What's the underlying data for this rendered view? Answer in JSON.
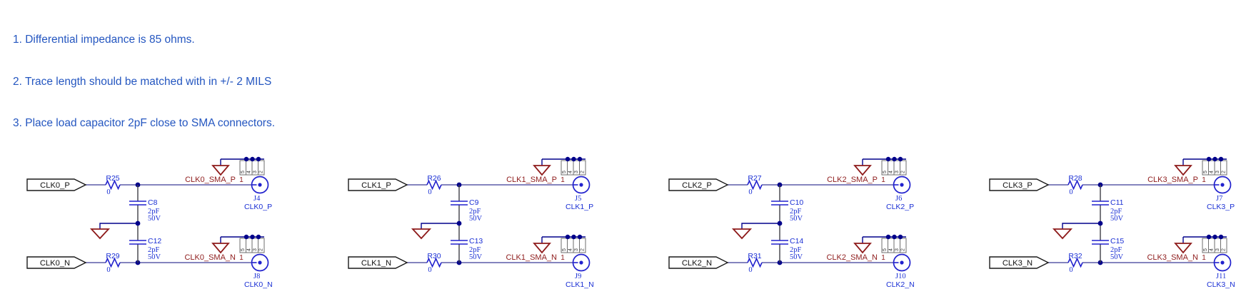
{
  "notes": [
    "1. Differential impedance is 85 ohms.",
    "2. Trace length should be matched with in +/- 2 MILS",
    "3. Place load capacitor 2pF close to SMA connectors."
  ],
  "colors": {
    "notes_text": "#2456c0",
    "signal_wire": "#5c5ca8",
    "ground_wire": "#00008b",
    "component_symbol": "#2121cd",
    "component_text": "#1a2fd4",
    "net_name_text": "#8e1b1b",
    "ground_symbol": "#8e1b1b",
    "net_label_text": "#111111",
    "background": "#ffffff"
  },
  "pin1": "1",
  "connector_pins": [
    "5",
    "4",
    "3",
    "2"
  ],
  "blocks": [
    {
      "p": {
        "net": "CLK0_P",
        "res_ref": "R25",
        "res_val": "0",
        "cap_ref": "C8",
        "cap_val": "2pF",
        "cap_volt": "50V",
        "sma_net": "CLK0_SMA_P",
        "conn_ref": "J4",
        "conn_name": "CLK0_P"
      },
      "n": {
        "net": "CLK0_N",
        "res_ref": "R29",
        "res_val": "0",
        "cap_ref": "C12",
        "cap_val": "2pF",
        "cap_volt": "50V",
        "sma_net": "CLK0_SMA_N",
        "conn_ref": "J8",
        "conn_name": "CLK0_N"
      }
    },
    {
      "p": {
        "net": "CLK1_P",
        "res_ref": "R26",
        "res_val": "0",
        "cap_ref": "C9",
        "cap_val": "2pF",
        "cap_volt": "50V",
        "sma_net": "CLK1_SMA_P",
        "conn_ref": "J5",
        "conn_name": "CLK1_P"
      },
      "n": {
        "net": "CLK1_N",
        "res_ref": "R30",
        "res_val": "0",
        "cap_ref": "C13",
        "cap_val": "2pF",
        "cap_volt": "50V",
        "sma_net": "CLK1_SMA_N",
        "conn_ref": "J9",
        "conn_name": "CLK1_N"
      }
    },
    {
      "p": {
        "net": "CLK2_P",
        "res_ref": "R27",
        "res_val": "0",
        "cap_ref": "C10",
        "cap_val": "2pF",
        "cap_volt": "50V",
        "sma_net": "CLK2_SMA_P",
        "conn_ref": "J6",
        "conn_name": "CLK2_P"
      },
      "n": {
        "net": "CLK2_N",
        "res_ref": "R31",
        "res_val": "0",
        "cap_ref": "C14",
        "cap_val": "2pF",
        "cap_volt": "50V",
        "sma_net": "CLK2_SMA_N",
        "conn_ref": "J10",
        "conn_name": "CLK2_N"
      }
    },
    {
      "p": {
        "net": "CLK3_P",
        "res_ref": "R28",
        "res_val": "0",
        "cap_ref": "C11",
        "cap_val": "2pF",
        "cap_volt": "50V",
        "sma_net": "CLK3_SMA_P",
        "conn_ref": "J7",
        "conn_name": "CLK3_P"
      },
      "n": {
        "net": "CLK3_N",
        "res_ref": "R32",
        "res_val": "0",
        "cap_ref": "C15",
        "cap_val": "2pF",
        "cap_volt": "50V",
        "sma_net": "CLK3_SMA_N",
        "conn_ref": "J11",
        "conn_name": "CLK3_N"
      }
    }
  ]
}
